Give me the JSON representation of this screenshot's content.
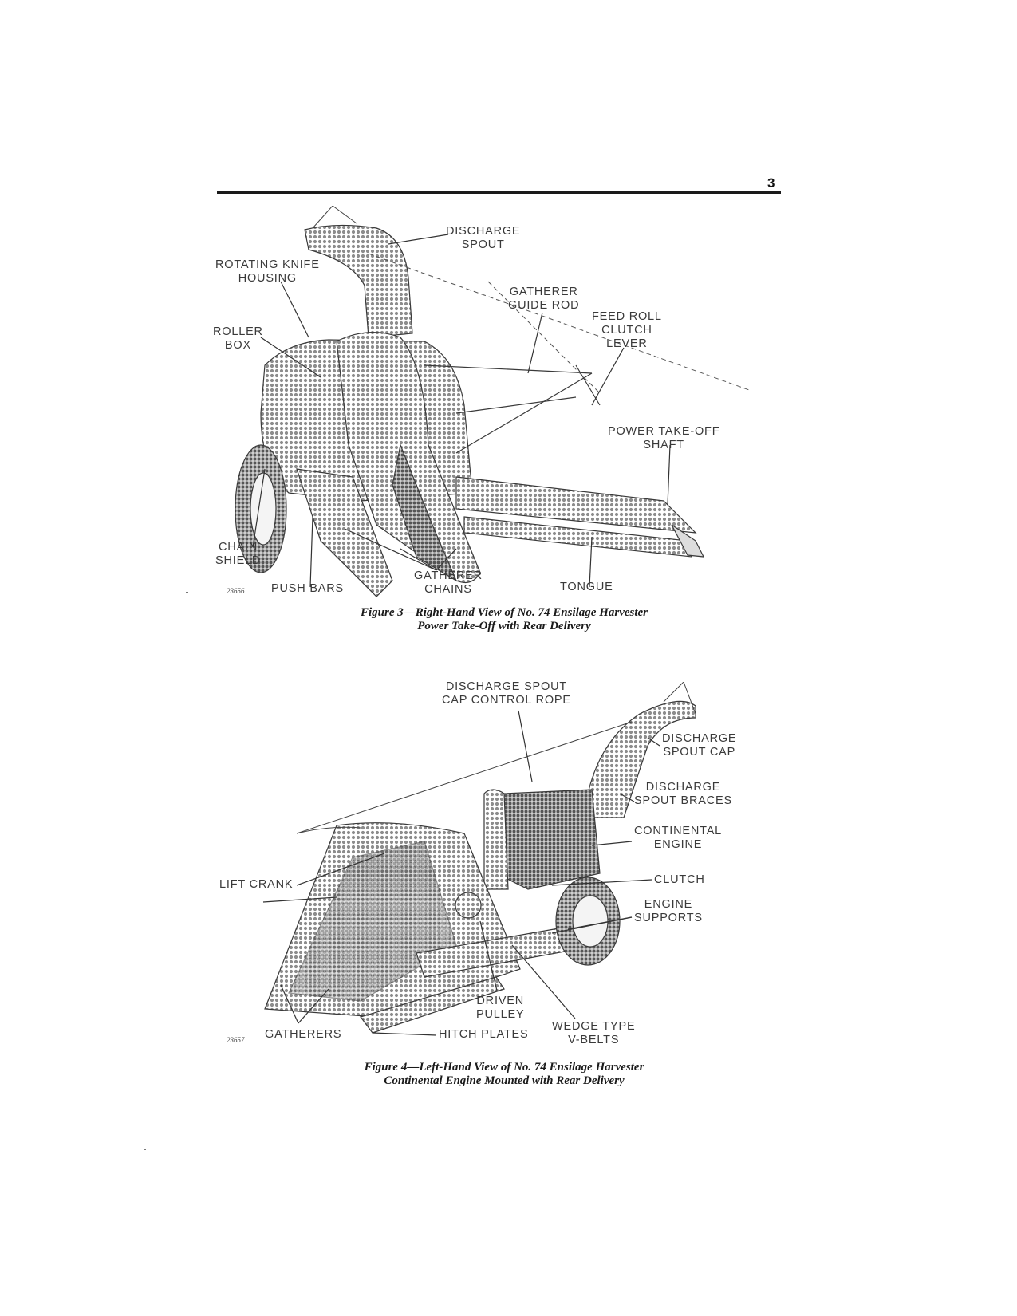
{
  "page_number": "3",
  "figure3": {
    "number": "23656",
    "caption_line1": "Figure 3—Right-Hand View of No. 74 Ensilage Harvester",
    "caption_line2": "Power Take-Off with Rear Delivery",
    "labels": {
      "discharge_spout": "DISCHARGE\nSPOUT",
      "rotating_knife_housing": "ROTATING KNIFE\nHOUSING",
      "gatherer_guide_rod": "GATHERER\nGUIDE ROD",
      "feed_roll_clutch_lever": "FEED ROLL\nCLUTCH\nLEVER",
      "roller_box": "ROLLER\nBOX",
      "power_take_off_shaft": "POWER TAKE-OFF\nSHAFT",
      "chain_shield": "CHAIN\nSHIELD",
      "push_bars": "PUSH BARS",
      "gatherer_chains": "GATHERER\nCHAINS",
      "tongue": "TONGUE"
    }
  },
  "figure4": {
    "number": "23657",
    "caption_line1": "Figure 4—Left-Hand View of No. 74 Ensilage Harvester",
    "caption_line2": "Continental Engine Mounted with Rear Delivery",
    "labels": {
      "discharge_spout_cap_control_rope": "DISCHARGE SPOUT\nCAP CONTROL ROPE",
      "discharge_spout_cap": "DISCHARGE\nSPOUT CAP",
      "discharge_spout_braces": "DISCHARGE\nSPOUT BRACES",
      "continental_engine": "CONTINENTAL\nENGINE",
      "lift_crank": "LIFT CRANK",
      "clutch": "CLUTCH",
      "engine_supports": "ENGINE\nSUPPORTS",
      "driven_pulley": "DRIVEN\nPULLEY",
      "gatherers": "GATHERERS",
      "hitch_plates": "HITCH PLATES",
      "wedge_type_v_belts": "WEDGE TYPE\nV-BELTS"
    }
  },
  "colors": {
    "ink": "#2a2a2a",
    "halftone": "#8c8c8c",
    "paper": "#ffffff"
  }
}
